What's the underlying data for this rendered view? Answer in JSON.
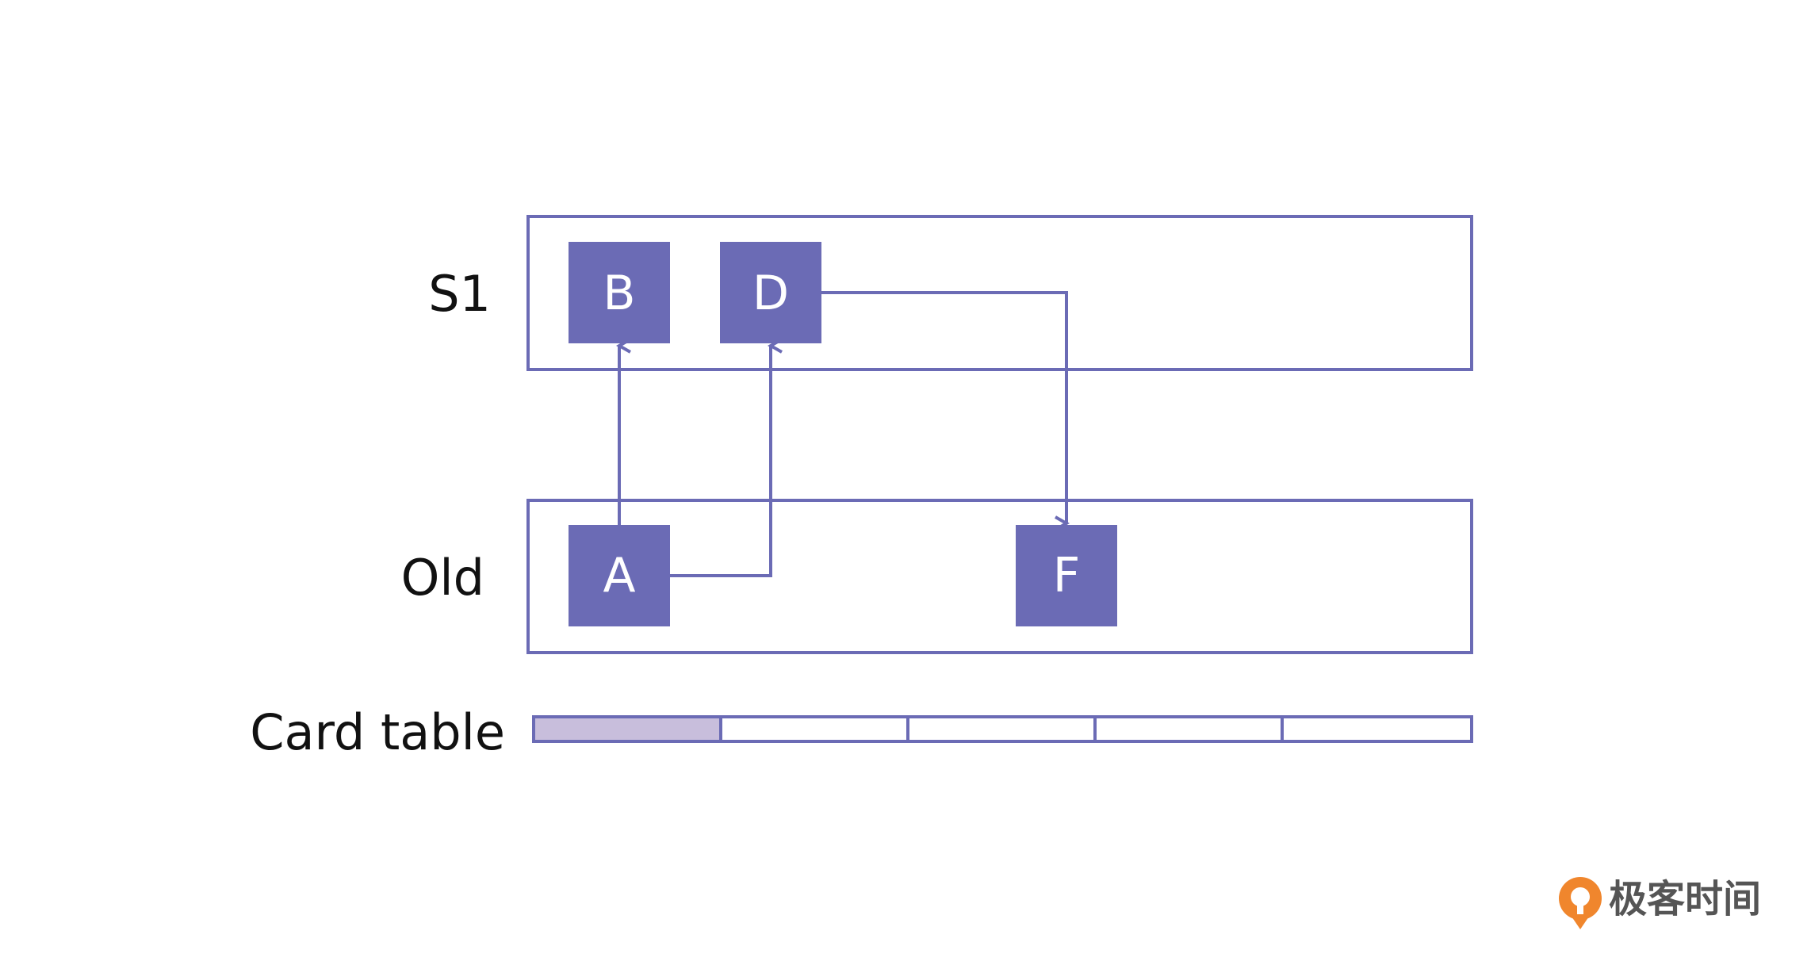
{
  "rows": {
    "s1_label": "S1",
    "old_label": "Old",
    "card_table_label": "Card table"
  },
  "objects": {
    "b": "B",
    "d": "D",
    "a": "A",
    "f": "F"
  },
  "card_table": {
    "cells": 5,
    "dirty_cells": [
      0
    ]
  },
  "references": [
    {
      "from": "A",
      "to": "B"
    },
    {
      "from": "A",
      "to": "D"
    },
    {
      "from": "D",
      "to": "F"
    }
  ],
  "logo": {
    "text": "极客时间"
  },
  "colors": {
    "accent": "#6b6bb5",
    "dirty_card": "#c8bedc",
    "logo_orange": "#f0862d",
    "logo_text": "#555555"
  }
}
